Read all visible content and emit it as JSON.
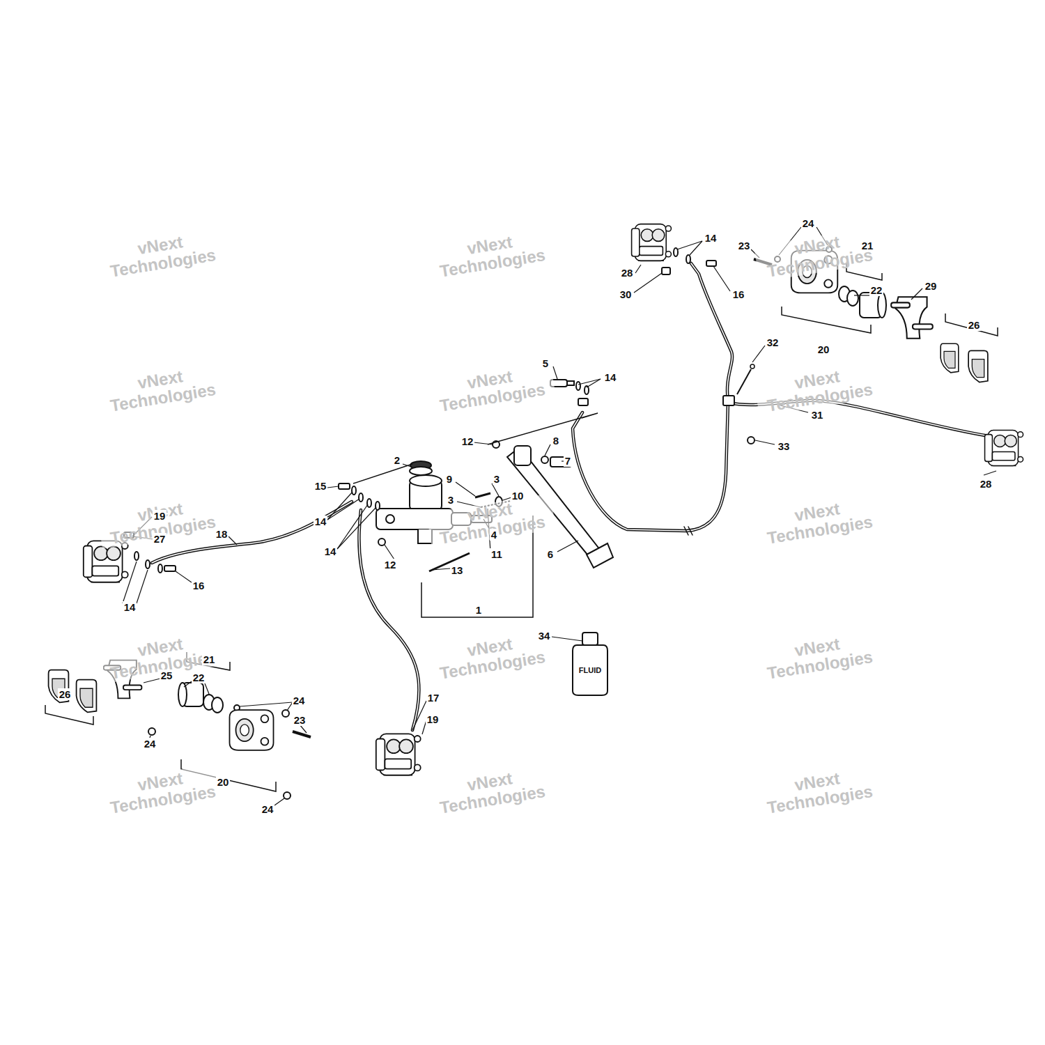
{
  "diagram": {
    "labels": [
      "vNext Technologies",
      "vNext Technologies",
      "vNext Technologies",
      "vNext Technologies",
      "vNext Technologies",
      "vNext Technologies",
      "vNext Technologies",
      "vNext Technologies",
      "vNext Technologies",
      "vNext Technologies",
      "vNext Technologies",
      "vNext Technologies",
      "vNext Technologies",
      "vNext Technologies",
      "vNext Technologies",
      "24",
      "14",
      "23",
      "21",
      "28",
      "30",
      "16",
      "22",
      "29",
      "26",
      "20",
      "32",
      "31",
      "33",
      "28",
      "5",
      "14",
      "12",
      "8",
      "7",
      "2",
      "9",
      "3",
      "3",
      "10",
      "15",
      "14",
      "4",
      "11",
      "14",
      "12",
      "13",
      "6",
      "1",
      "18",
      "19",
      "27",
      "16",
      "14",
      "34",
      "26",
      "21",
      "25",
      "22",
      "24",
      "23",
      "17",
      "19",
      "20",
      "24",
      "24",
      "FLUID"
    ]
  }
}
